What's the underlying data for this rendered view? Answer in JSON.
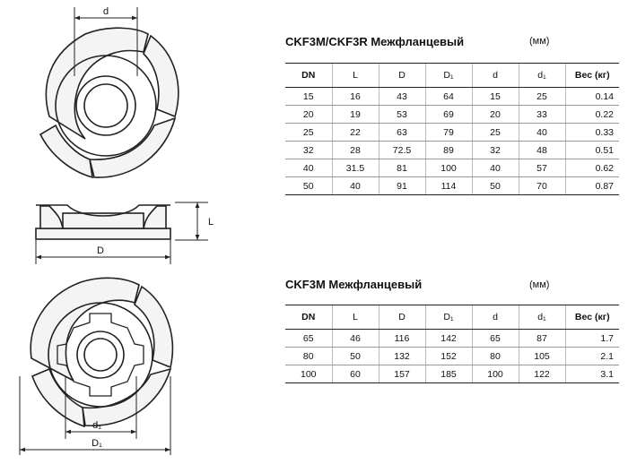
{
  "drawings": {
    "top_dim": "d",
    "side_dim_L": "L",
    "side_dim_D": "D",
    "bottom_dim_d1": "d₁",
    "bottom_dim_D1": "D₁"
  },
  "table1": {
    "title": "CKF3M/CKF3R Межфланцевый",
    "unit": "(мм)",
    "headers": [
      "DN",
      "L",
      "D",
      "D₁",
      "d",
      "d₁",
      "Вес (кг)"
    ],
    "rows": [
      [
        "15",
        "16",
        "43",
        "64",
        "15",
        "25",
        "0.14"
      ],
      [
        "20",
        "19",
        "53",
        "69",
        "20",
        "33",
        "0.22"
      ],
      [
        "25",
        "22",
        "63",
        "79",
        "25",
        "40",
        "0.33"
      ],
      [
        "32",
        "28",
        "72.5",
        "89",
        "32",
        "48",
        "0.51"
      ],
      [
        "40",
        "31.5",
        "81",
        "100",
        "40",
        "57",
        "0.62"
      ],
      [
        "50",
        "40",
        "91",
        "114",
        "50",
        "70",
        "0.87"
      ]
    ]
  },
  "table2": {
    "title": "CKF3M Межфланцевый",
    "unit": "(мм)",
    "headers": [
      "DN",
      "L",
      "D",
      "D₁",
      "d",
      "d₁",
      "Вес (кг)"
    ],
    "rows": [
      [
        "65",
        "46",
        "116",
        "142",
        "65",
        "87",
        "1.7"
      ],
      [
        "80",
        "50",
        "132",
        "152",
        "80",
        "105",
        "2.1"
      ],
      [
        "100",
        "60",
        "157",
        "185",
        "100",
        "122",
        "3.1"
      ]
    ]
  }
}
